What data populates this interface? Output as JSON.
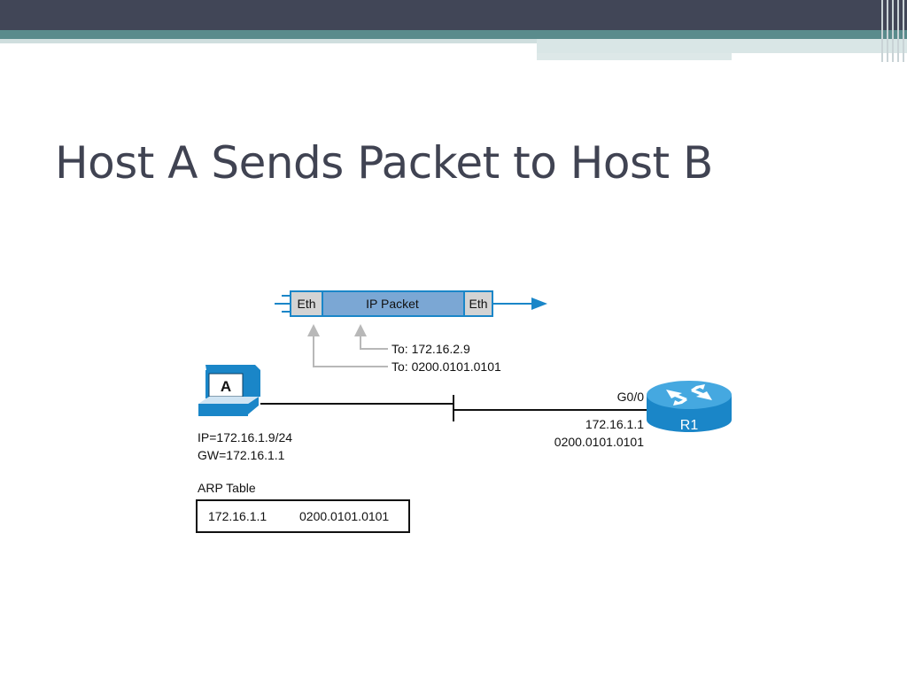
{
  "slide": {
    "title": "Host A Sends Packet to Host B"
  },
  "frame": {
    "eth_header": "Eth",
    "ip_packet": "IP Packet",
    "eth_trailer": "Eth"
  },
  "annotations": {
    "dest_ip": "To: 172.16.2.9",
    "dest_mac": "To: 0200.0101.0101"
  },
  "host_a": {
    "label": "A",
    "ip": "IP=172.16.1.9/24",
    "gw": "GW=172.16.1.1"
  },
  "router": {
    "name": "R1",
    "interface": "G0/0",
    "ip": "172.16.1.1",
    "mac": "0200.0101.0101"
  },
  "arp_table": {
    "title": "ARP Table",
    "rows": [
      {
        "ip": "172.16.1.1",
        "mac": "0200.0101.0101"
      }
    ]
  },
  "colors": {
    "header_bar": "#414657",
    "accent_stripe": "#5a8b8c",
    "packet_fill": "#7ba7d4",
    "eth_fill": "#d3d3d3",
    "router_blue": "#1a86c8",
    "title_text": "#404352"
  }
}
